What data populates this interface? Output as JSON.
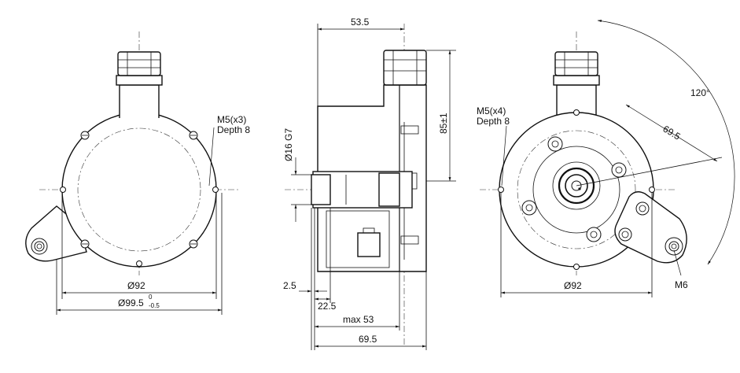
{
  "labels": {
    "left_tap": "M5(x3)",
    "left_depth": "Depth 8",
    "left_d92": "Ø92",
    "left_d995": "Ø99.5",
    "left_tol_upper": "0",
    "left_tol_lower": "-0.5",
    "mid_width": "53.5",
    "mid_height": "85±1",
    "mid_shaft": "Ø16 G7",
    "mid_25": "2.5",
    "mid_225": "22.5",
    "mid_max53": "max 53",
    "mid_695": "69.5",
    "right_tap": "M5(x4)",
    "right_depth": "Depth 8",
    "right_angle": "120°",
    "right_radius": "69.5",
    "right_d92": "Ø92",
    "right_m6": "M6"
  }
}
